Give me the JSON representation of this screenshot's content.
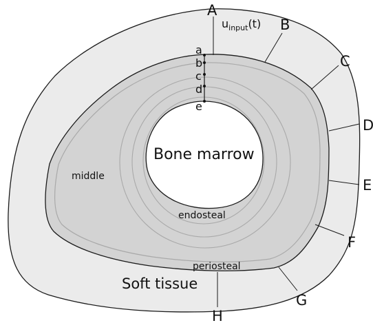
{
  "diagram": {
    "regions": {
      "soft_tissue": "Soft tissue",
      "bone_marrow": "Bone marrow",
      "middle": "middle",
      "endosteal": "endosteal",
      "periosteal": "periosteal"
    },
    "input_label": {
      "main": "u",
      "subscript": "input",
      "tail": "(t)"
    },
    "probe_points": [
      "a",
      "b",
      "c",
      "d",
      "e"
    ],
    "outer_points": [
      "A",
      "B",
      "C",
      "D",
      "E",
      "F",
      "G",
      "H"
    ],
    "colors": {
      "soft_tissue_fill": "#ebebeb",
      "bone_fill": "#d3d3d3",
      "marrow_fill": "#ffffff",
      "contour_line": "#a9a9a9",
      "outline": "#1a1a1a"
    }
  }
}
